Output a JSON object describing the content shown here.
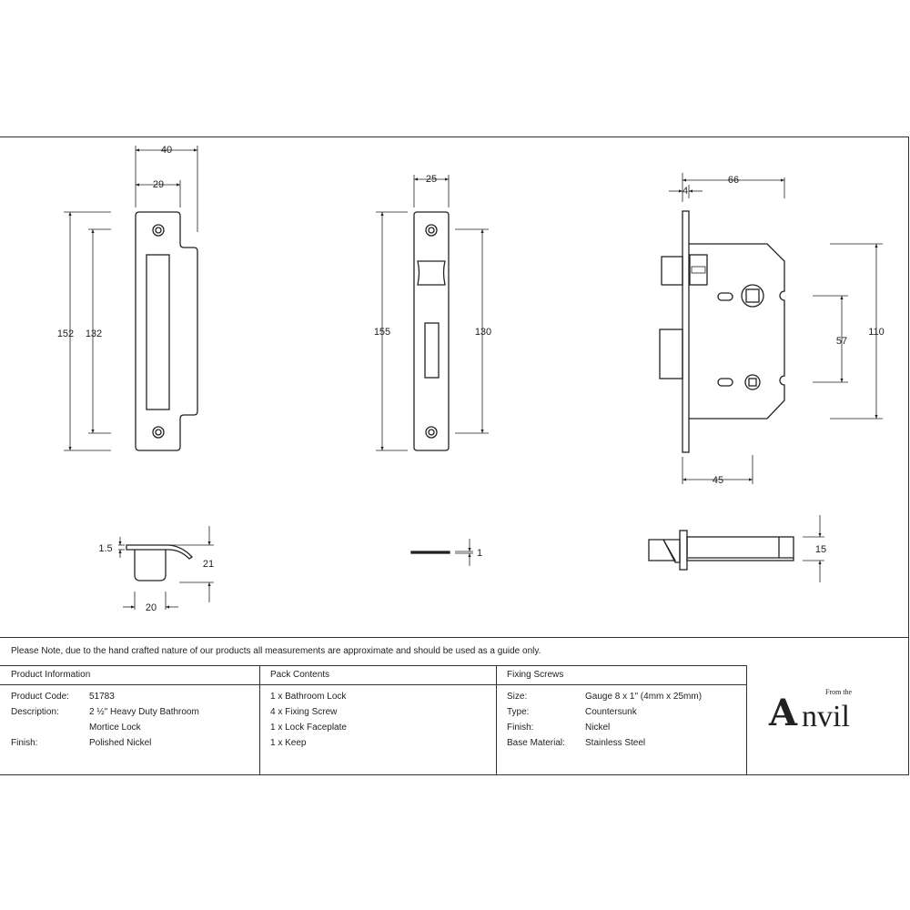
{
  "dimensions": {
    "keep": {
      "width_total": "40",
      "width_plate": "29",
      "height_total": "152",
      "height_holes": "132",
      "thickness": "1.5",
      "depth": "21",
      "box_width": "20"
    },
    "faceplate": {
      "width": "25",
      "height_total": "155",
      "height_holes": "130",
      "thickness": "1"
    },
    "lock": {
      "width_total": "66",
      "faceplate_thickness": "4",
      "case_height": "110",
      "centres": "57",
      "backset": "45",
      "bolt_height": "15"
    }
  },
  "note": "Please Note, due to the hand crafted nature of our products all measurements are approximate and should be used as a guide only.",
  "product_information": {
    "header": "Product Information",
    "rows": [
      {
        "label": "Product Code:",
        "value": "51783"
      },
      {
        "label": "Description:",
        "value": "2 ½\" Heavy Duty Bathroom"
      },
      {
        "label": "",
        "value": "Mortice Lock"
      },
      {
        "label": "Finish:",
        "value": "Polished Nickel"
      }
    ]
  },
  "pack_contents": {
    "header": "Pack Contents",
    "items": [
      "1 x Bathroom Lock",
      "4 x Fixing Screw",
      "1 x Lock Faceplate",
      "1 x Keep"
    ]
  },
  "fixing_screws": {
    "header": "Fixing Screws",
    "rows": [
      {
        "label": "Size:",
        "value": "Gauge 8 x 1\" (4mm x 25mm)"
      },
      {
        "label": "Type:",
        "value": "Countersunk"
      },
      {
        "label": "Finish:",
        "value": "Nickel"
      },
      {
        "label": "Base Material:",
        "value": "Stainless Steel"
      }
    ]
  },
  "logo": {
    "tagline": "From the",
    "brand_initial": "A",
    "brand_rest": "nvil"
  }
}
